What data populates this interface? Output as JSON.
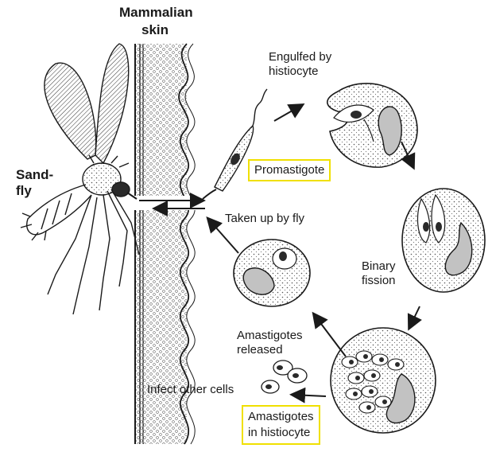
{
  "labels": {
    "skin_line1": "Mammalian",
    "skin_line2": "skin",
    "sandfly_line1": "Sand-",
    "sandfly_line2": "fly",
    "engulfed_line1": "Engulfed by",
    "engulfed_line2": "histiocyte",
    "promastigote": "Promastigote",
    "taken_up": "Taken up by fly",
    "binary_line1": "Binary",
    "binary_line2": "fission",
    "released_line1": "Amastigotes",
    "released_line2": "released",
    "infect": "Infect other cells",
    "in_histiocyte_line1": "Amastigotes",
    "in_histiocyte_line2": "in histiocyte"
  },
  "colors": {
    "highlight_box": "#f0e000",
    "ink": "#1a1a1a",
    "cell_fill": "#f4f4f4",
    "nucleus_fill": "#b8b8b8"
  }
}
